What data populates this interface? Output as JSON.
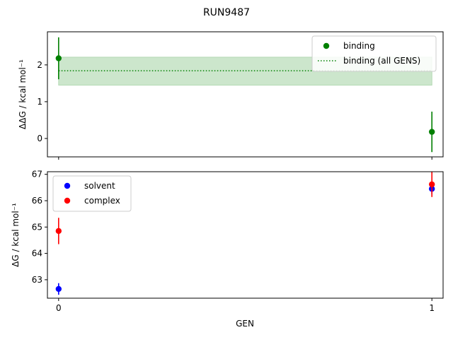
{
  "figure": {
    "title": "RUN9487",
    "xlabel": "GEN"
  },
  "chart_data": [
    {
      "type": "scatter",
      "x": [
        0,
        1
      ],
      "xticks": [
        0,
        1
      ],
      "xlim": [
        -0.03,
        1.03
      ],
      "ylabel_html": "ΔΔG / kcal mol⁻¹",
      "ylim": [
        -0.5,
        2.9
      ],
      "yticks": [
        0,
        1,
        2
      ],
      "series": [
        {
          "name": "binding",
          "kind": "errorbar",
          "color": "#008000",
          "y": [
            2.18,
            0.18
          ],
          "err": [
            0.57,
            0.55
          ]
        }
      ],
      "aggregate": {
        "name": "binding (all GENS)",
        "value": 1.84,
        "low": 1.45,
        "high": 2.21,
        "color": "#008000",
        "fill": "#cce6cc"
      },
      "legend": "top-right",
      "legend_order": [
        "binding",
        "binding (all GENS)"
      ]
    },
    {
      "type": "scatter",
      "x": [
        0,
        1
      ],
      "xticks": [
        0,
        1
      ],
      "xlim": [
        -0.03,
        1.03
      ],
      "ylabel_html": "ΔG / kcal mol⁻¹",
      "ylim": [
        62.3,
        67.1
      ],
      "yticks": [
        63,
        64,
        65,
        66,
        67
      ],
      "series": [
        {
          "name": "solvent",
          "kind": "errorbar",
          "color": "#0000ff",
          "y": [
            62.65,
            66.45
          ],
          "err": [
            0.22,
            0.2
          ]
        },
        {
          "name": "complex",
          "kind": "errorbar",
          "color": "#ff0000",
          "y": [
            64.85,
            66.62
          ],
          "err": [
            0.5,
            0.48
          ]
        }
      ],
      "legend": "top-left",
      "legend_order": [
        "solvent",
        "complex"
      ]
    }
  ]
}
